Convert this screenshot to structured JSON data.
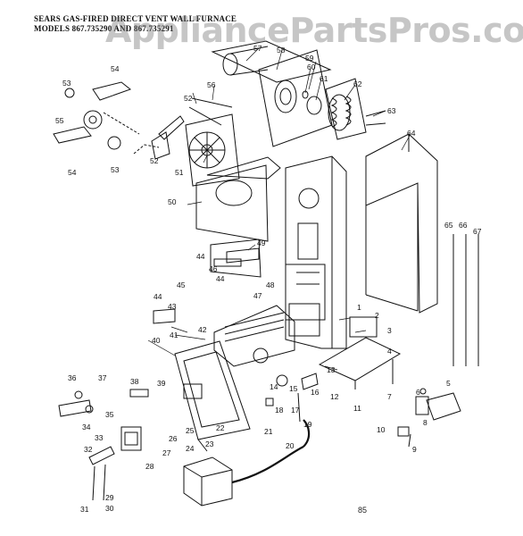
{
  "header": {
    "line1": "SEARS GAS-FIRED DIRECT VENT WALL FURNACE",
    "line2": "MODELS 867.735290 AND 867.735291"
  },
  "watermark": "AppliancePartsPros.com",
  "page_number": "85",
  "callouts": [
    "1",
    "2",
    "3",
    "4",
    "5",
    "6",
    "7",
    "8",
    "9",
    "10",
    "11",
    "12",
    "13",
    "14",
    "15",
    "16",
    "17",
    "18",
    "19",
    "20",
    "21",
    "22",
    "23",
    "24",
    "25",
    "26",
    "27",
    "28",
    "29",
    "30",
    "31",
    "32",
    "33",
    "34",
    "35",
    "36",
    "37",
    "38",
    "39",
    "40",
    "41",
    "42",
    "43",
    "44",
    "45",
    "46",
    "47",
    "48",
    "49",
    "50",
    "51",
    "52",
    "53",
    "54",
    "55",
    "56",
    "57",
    "58",
    "59",
    "60",
    "61",
    "62",
    "63",
    "64",
    "65",
    "66",
    "67"
  ],
  "colors": {
    "ink": "#111111",
    "watermark": "#8a8a8a",
    "paper": "#ffffff"
  }
}
